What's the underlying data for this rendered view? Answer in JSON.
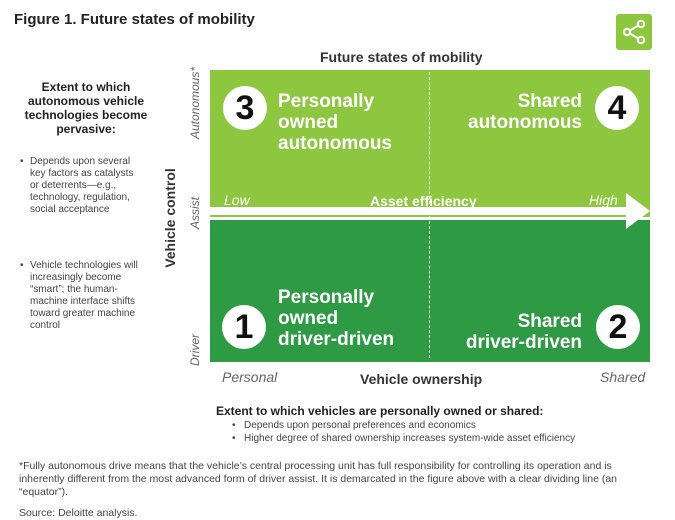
{
  "figure_title": "Figure 1. Future states of mobility",
  "share_icon": "share-icon",
  "colors": {
    "light_green": "#8dc63f",
    "dark_green": "#2e9a44",
    "white": "#ffffff"
  },
  "diagram": {
    "top_heading": "Future states of mobility",
    "y_axis": {
      "label": "Vehicle control",
      "top": "Autonomous*",
      "middle": "Assist",
      "bottom": "Driver"
    },
    "x_axis": {
      "label": "Vehicle ownership",
      "left": "Personal",
      "right": "Shared"
    },
    "equator": {
      "label": "Asset efficiency",
      "low": "Low",
      "high": "High"
    },
    "quadrants": {
      "q3": {
        "number": "3",
        "line1": "Personally",
        "line2": "owned",
        "line3": "autonomous"
      },
      "q4": {
        "number": "4",
        "line1": "Shared",
        "line2": "autonomous"
      },
      "q1": {
        "number": "1",
        "line1": "Personally",
        "line2": "owned",
        "line3": "driver-driven"
      },
      "q2": {
        "number": "2",
        "line1": "Shared",
        "line2": "driver-driven"
      }
    }
  },
  "left_panel": {
    "heading": "Extent to which autonomous vehicle technologies become pervasive:",
    "bullets": [
      "Depends upon several key factors as catalysts or deterrents—e.g., technology, regulation, social acceptance",
      "Vehicle technologies will increasingly become “smart”; the human-machine interface shifts toward greater machine control"
    ]
  },
  "bottom_panel": {
    "heading": "Extent to which vehicles are personally owned or shared:",
    "bullets": [
      "Depends upon personal preferences and economics",
      "Higher degree of shared ownership increases system-wide asset efficiency"
    ]
  },
  "footnote": "*Fully autonomous drive means that the vehicle’s central processing unit has full responsibility for controlling its operation and is inherently different from the most advanced form of driver assist. It is demarcated in the figure above with a clear dividing line (an “equator”).",
  "source": "Source: Deloitte analysis."
}
